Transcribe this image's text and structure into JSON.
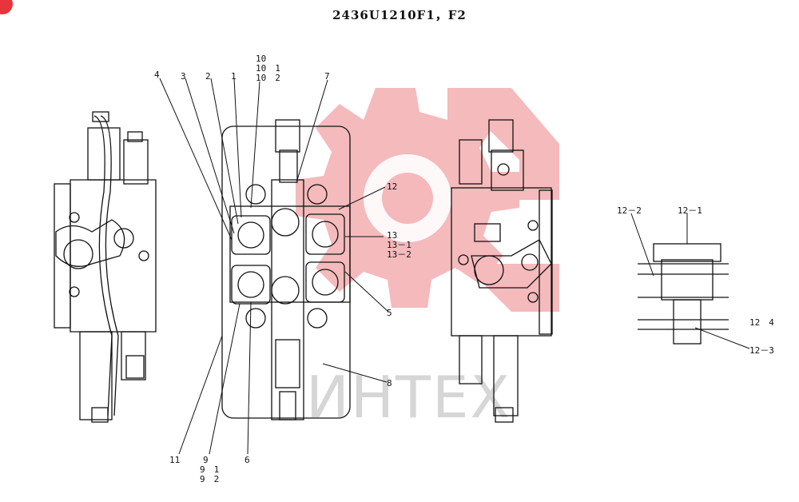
{
  "title": "2436U1210F1，F2",
  "watermark": {
    "text": "ИНТЕХ",
    "color": "#f2a3a6"
  },
  "accent": "#e8343c",
  "labels": {
    "l10": "10",
    "l10_1": "10　1",
    "l10_2": "10　2",
    "l4": "4",
    "l3": "3",
    "l2": "2",
    "l1": "1",
    "l7": "7",
    "l12": "12",
    "l13": "13",
    "l13_1": "13－1",
    "l13_2": "13－2",
    "l5": "5",
    "l8": "8",
    "l11": "11",
    "l9": "9",
    "l9_1": "9　1",
    "l9_2": "9　2",
    "l6": "6",
    "l12_2": "12－2",
    "l12_1": "12－1",
    "l12_4": "12　4",
    "l12_3": "12－3"
  }
}
